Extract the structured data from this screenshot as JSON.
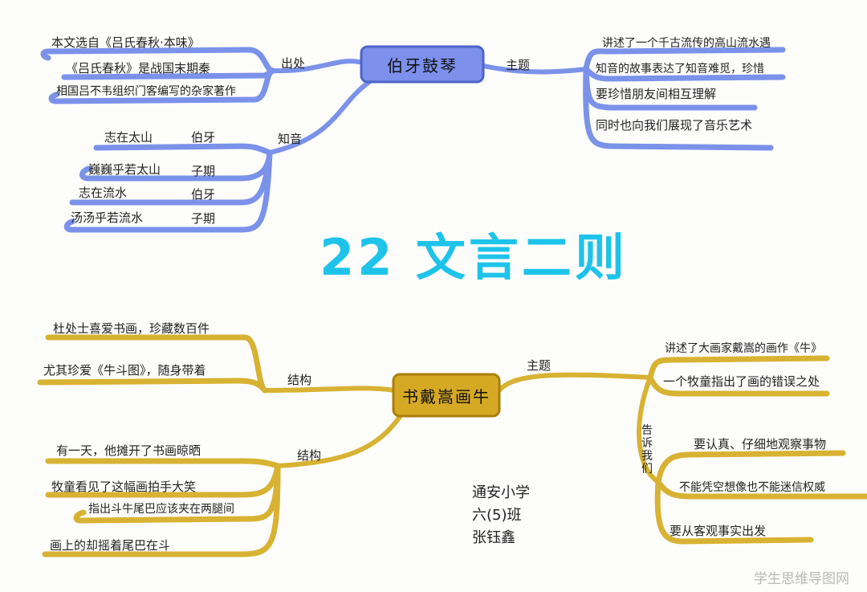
{
  "title": "22 文言二则",
  "colors": {
    "blue": "#7b92ea",
    "blue_dark": "#5f78dc",
    "gold": "#d8b233",
    "gold_dark": "#b88f16",
    "title": "#1ec3ea"
  },
  "top_node": {
    "label": "伯牙鼓琴",
    "source": {
      "label": "出处",
      "items": [
        "本文选自《吕氏春秋·本味》",
        "《吕氏春秋》是战国末期秦",
        "相国吕不韦组织门客编写的杂家著作"
      ]
    },
    "theme": {
      "label": "主题",
      "items": [
        "讲述了一个千古流传的高山流水遇",
        "知音的故事表达了知音难觅，珍惜",
        "要珍惜朋友间相互理解",
        "同时也向我们展现了音乐艺术"
      ]
    },
    "zhiyin": {
      "label": "知音",
      "rows": [
        {
          "text": "志在太山",
          "who": "伯牙"
        },
        {
          "text": "巍巍乎若太山",
          "who": "子期"
        },
        {
          "text": "志在流水",
          "who": "伯牙"
        },
        {
          "text": "汤汤乎若流水",
          "who": "子期"
        }
      ]
    }
  },
  "bottom_node": {
    "label": "书戴嵩画牛",
    "structure1": {
      "label": "结构",
      "items": [
        "杜处士喜爱书画，珍藏数百件",
        "尤其珍爱《牛斗图》，随身带着"
      ]
    },
    "structure2": {
      "label": "结构",
      "items": [
        "有一天，他摊开了书画晾晒",
        "牧童看见了这幅画拍手大笑",
        "指出斗牛尾巴应该夹在两腿间",
        "画上的却摇着尾巴在斗"
      ]
    },
    "theme": {
      "label": "主题",
      "items": [
        "讲述了大画家戴嵩的画作《牛》",
        "一个牧童指出了画的错误之处"
      ],
      "tell": {
        "label": "告诉我们",
        "items": [
          "要认真、仔细地观察事物",
          "不能凭空想像也不能迷信权威",
          "要从客观事实出发"
        ]
      }
    }
  },
  "signature": {
    "school": "通安小学",
    "class": "六(5)班",
    "name": "张钰鑫"
  },
  "watermark": "学生思维导图网"
}
